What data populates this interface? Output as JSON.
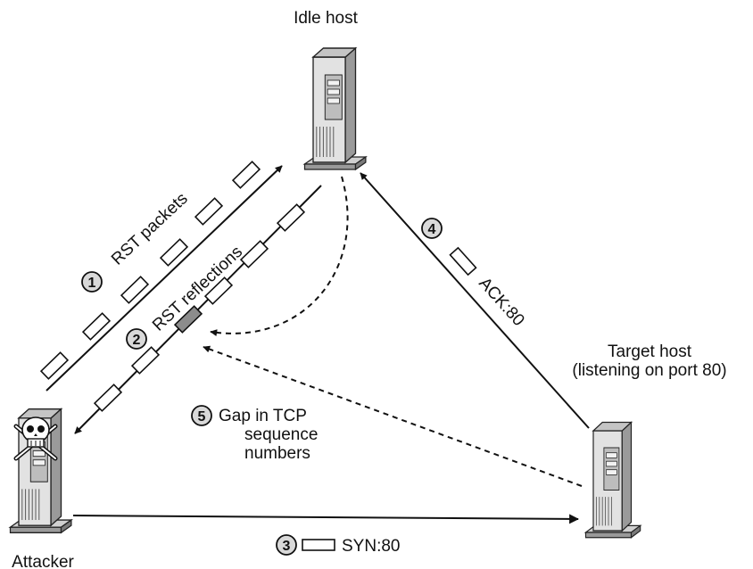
{
  "nodes": {
    "idle": {
      "label": "Idle host"
    },
    "target": {
      "label_line1": "Target host",
      "label_line2": "(listening on port 80)"
    },
    "attacker": {
      "label": "Attacker"
    }
  },
  "steps": {
    "s1": {
      "number": "1",
      "text": "RST packets"
    },
    "s2": {
      "number": "2",
      "text": "RST reflections"
    },
    "s3": {
      "number": "3",
      "text": "SYN:80"
    },
    "s4": {
      "number": "4",
      "text": "ACK:80"
    },
    "s5": {
      "number": "5",
      "line1": "Gap in TCP",
      "line2": "sequence",
      "line3": "numbers"
    }
  },
  "colors": {
    "line": "#111111",
    "server_light": "#e2e2e2",
    "server_mid": "#bdbdbd",
    "server_dark": "#8a8a8a",
    "gap_packet": "#8c8c8c"
  }
}
